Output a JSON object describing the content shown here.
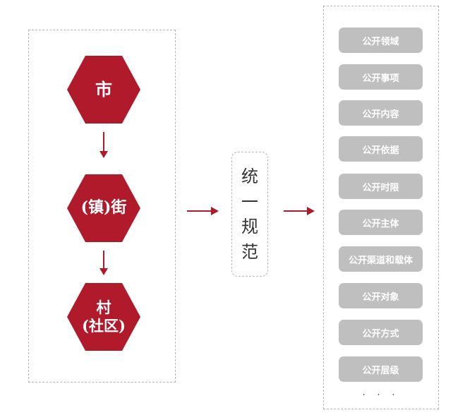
{
  "hierarchy": {
    "city": "市",
    "town_line1": "(镇)街",
    "village_line1": "村",
    "village_line2": "(社区)"
  },
  "unify_chars": [
    "统",
    "一",
    "规",
    "范"
  ],
  "items": [
    "公开领域",
    "公开事项",
    "公开内容",
    "公开依据",
    "公开时限",
    "公开主体",
    "公开渠道和载体",
    "公开对象",
    "公开方式",
    "公开层级"
  ],
  "ellipsis": "· · ·",
  "colors": {
    "hexagon": "#b01a2b",
    "arrow": "#b01a2b",
    "item_bg": "#bfbfbf",
    "border": "#b5b5b5"
  }
}
